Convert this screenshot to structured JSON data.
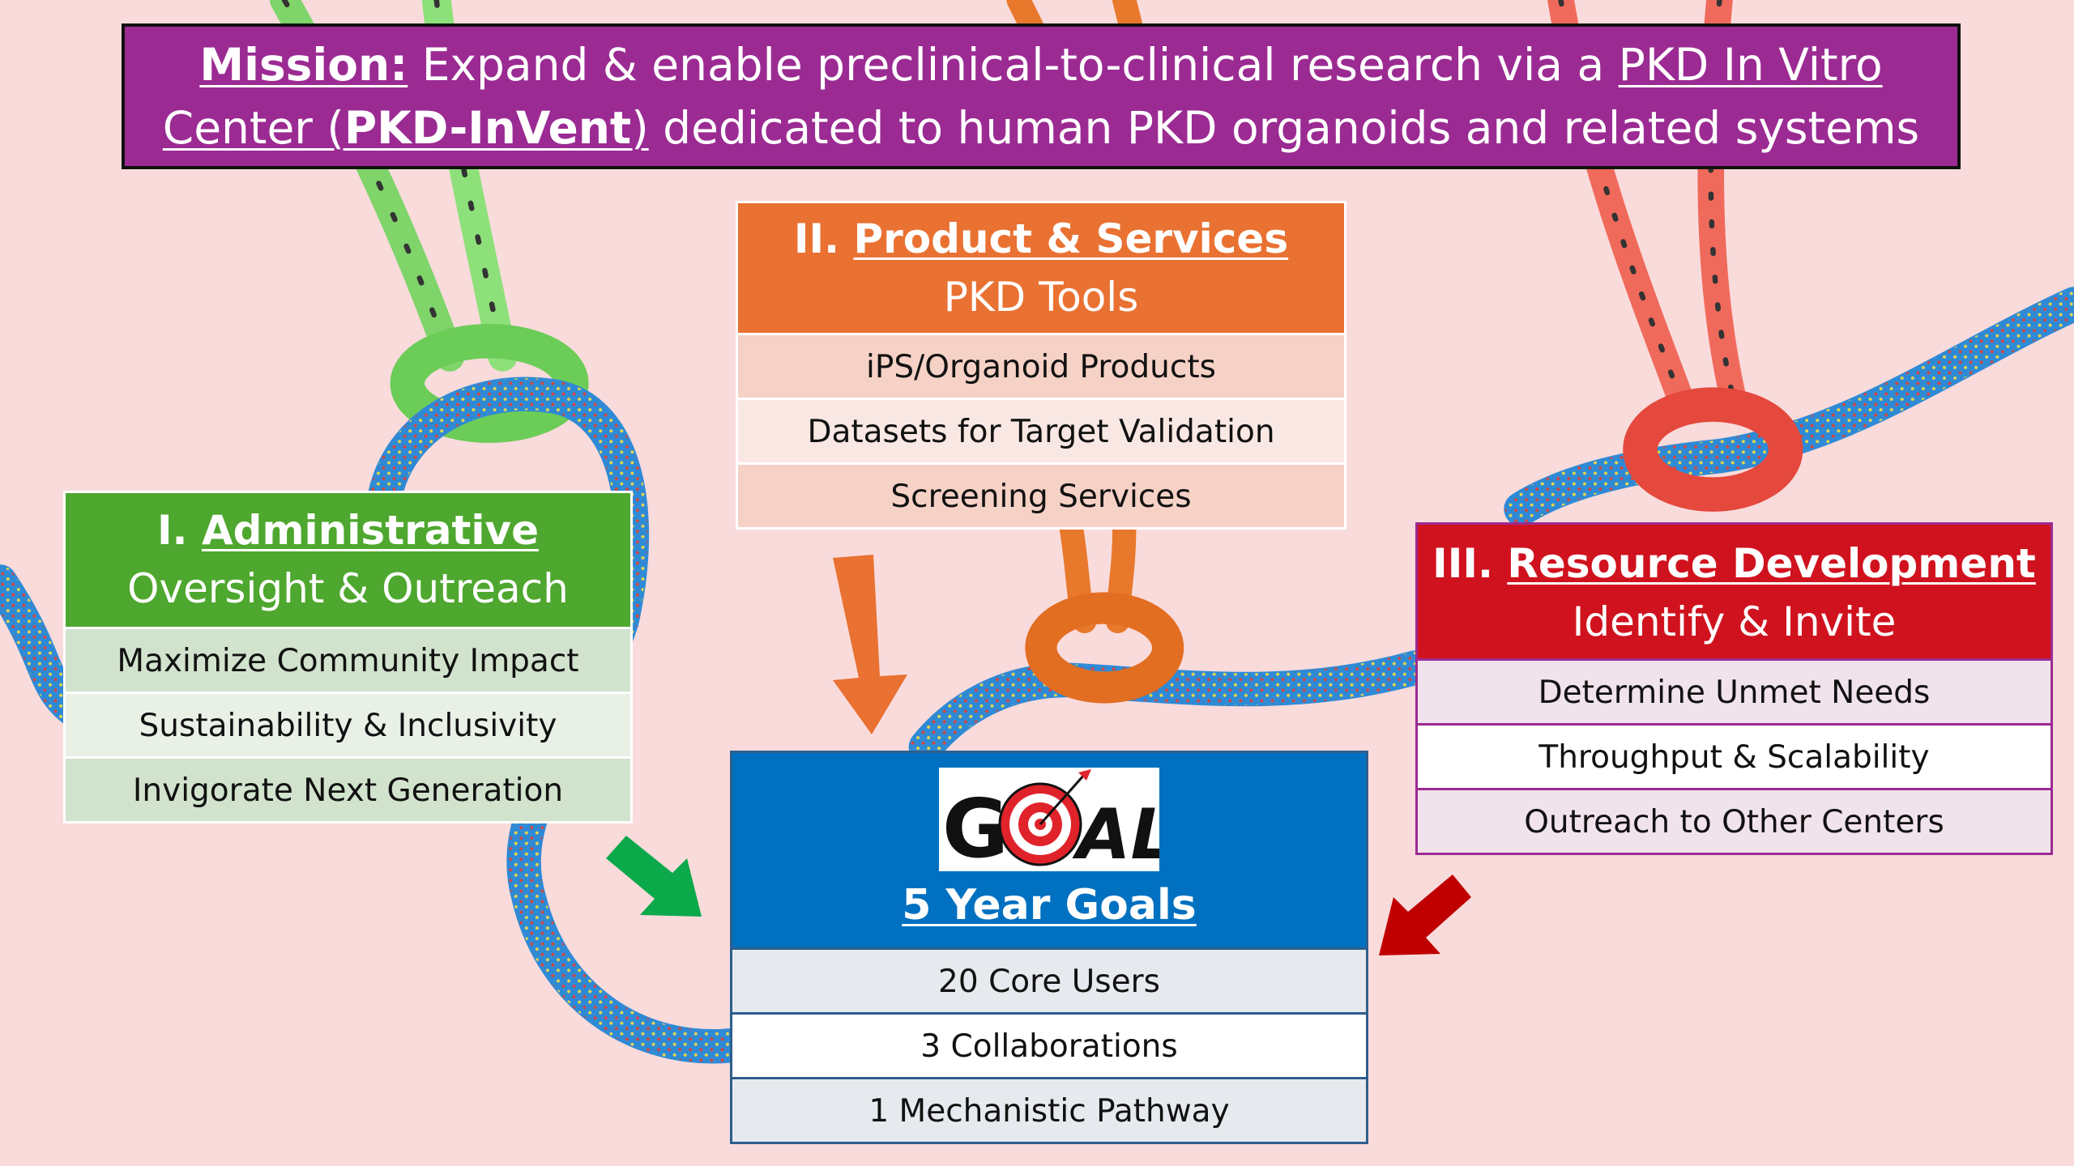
{
  "mission": {
    "label": "Mission:",
    "text_before": " Expand & enable preclinical-to-clinical research via a ",
    "link_part1": "PKD In Vitro Center (",
    "link_bold": "PKD-InVent",
    "link_part2": ")",
    "text_after": " dedicated to human PKD organoids and related systems"
  },
  "admin": {
    "numeral": "I. ",
    "title": "Administrative",
    "subtitle": "Oversight & Outreach",
    "items": [
      "Maximize Community Impact",
      "Sustainability & Inclusivity",
      "Invigorate Next Generation"
    ]
  },
  "products": {
    "numeral": "II. ",
    "title": "Product & Services",
    "subtitle": "PKD Tools",
    "items": [
      "iPS/Organoid Products",
      "Datasets for Target Validation",
      "Screening Services"
    ]
  },
  "resource": {
    "numeral": "III. ",
    "title": "Resource Development",
    "subtitle": "Identify & Invite",
    "items": [
      "Determine Unmet Needs",
      "Throughput & Scalability",
      "Outreach to Other Centers"
    ]
  },
  "goal": {
    "logo_text": "GOAL",
    "title": "5 Year Goals",
    "items": [
      "20 Core Users",
      "3 Collaborations",
      "1 Mechanistic Pathway"
    ]
  },
  "colors": {
    "mission": "#9b2b93",
    "admin": "#4ea72e",
    "products": "#e97132",
    "resource": "#d0121f",
    "goal": "#0070c0",
    "background": "#f9dbdb"
  }
}
